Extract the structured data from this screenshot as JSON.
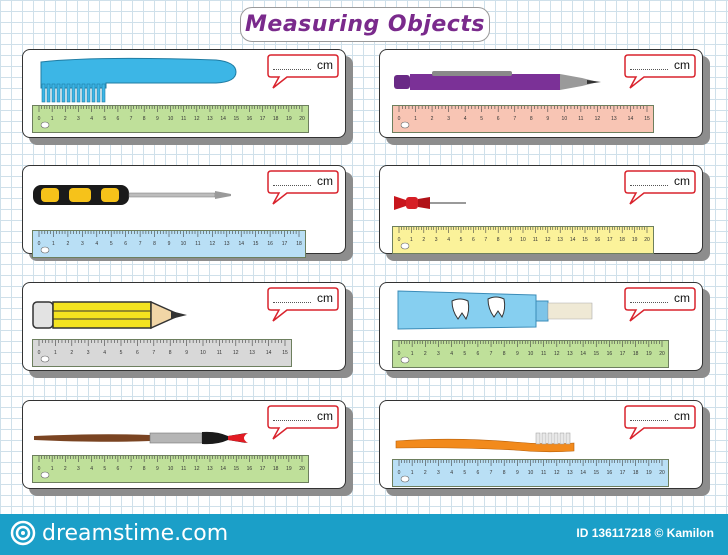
{
  "header": {
    "title": "Measuring  Objects"
  },
  "unit": "cm",
  "cards": [
    {
      "object": "comb-icon",
      "ruler_max": 20
    },
    {
      "object": "pen-icon",
      "ruler_max": 15
    },
    {
      "object": "screwdriver-icon",
      "ruler_max": 18
    },
    {
      "object": "pushpin-icon",
      "ruler_max": 20
    },
    {
      "object": "pencil-icon",
      "ruler_max": 15
    },
    {
      "object": "toothpaste-icon",
      "ruler_max": 20
    },
    {
      "object": "paintbrush-icon",
      "ruler_max": 20
    },
    {
      "object": "toothbrush-icon",
      "ruler_max": 20
    }
  ],
  "footer": {
    "brand": "dreamstime.com",
    "credit": "ID 136117218 © Kamilon"
  },
  "colors": {
    "title": "#7a2a8c",
    "bubble_border": "#d9232d",
    "footer_bg": "#1b9fc8"
  }
}
